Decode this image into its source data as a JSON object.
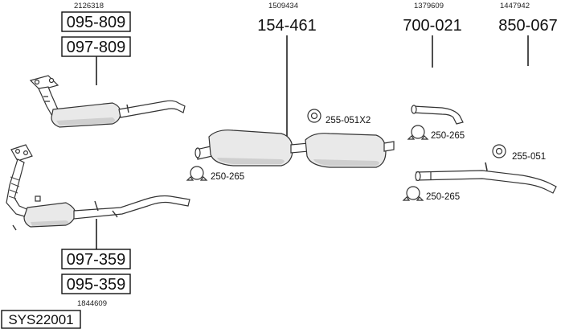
{
  "header_refs": {
    "left_top": "2126318",
    "center": "1509434",
    "right_a": "1379609",
    "right_b": "1447942",
    "left_bottom": "1844609"
  },
  "part_numbers": {
    "left_top_1": "095-809",
    "left_top_2": "097-809",
    "center_muffler": "154-461",
    "tail_short": "700-021",
    "tail_long": "850-067",
    "left_bottom_1": "097-359",
    "left_bottom_2": "095-359"
  },
  "clamps": {
    "center_mount": "255-051X2",
    "left_clamp": "250-265",
    "tail_short_clamp": "250-265",
    "tail_long_mount": "255-051",
    "tail_long_clamp": "250-265"
  },
  "system_id": "SYS22001"
}
